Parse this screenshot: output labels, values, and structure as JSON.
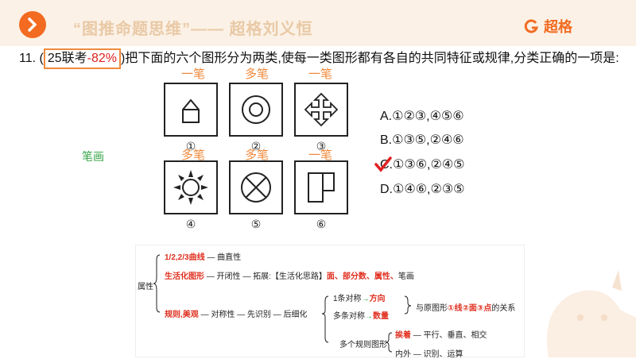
{
  "header": {
    "title": "“图推命题思维”—— 超格刘义恒",
    "brand": "超格",
    "colors": {
      "accent": "#f26b21",
      "header_bg": "#fbf1e6",
      "title": "#e9c9a6"
    }
  },
  "question": {
    "number": "11.",
    "open_paren": "(",
    "tag": "25联考",
    "rate": "-82%",
    "text": ")把下面的六个图形分为两类,使每一类图形都有各自的共同特征或规律,分类正确的一项是:"
  },
  "figures": [
    {
      "num": "①",
      "annotation": "一笔",
      "shape": "house-icon"
    },
    {
      "num": "②",
      "annotation": "多笔",
      "shape": "concentric-circles-icon"
    },
    {
      "num": "③",
      "annotation": "一笔",
      "shape": "four-arrows-icon"
    },
    {
      "num": "④",
      "annotation": "多笔",
      "shape": "sun-icon"
    },
    {
      "num": "⑤",
      "annotation": "多笔",
      "shape": "crossed-circle-icon"
    },
    {
      "num": "⑥",
      "annotation": "一笔",
      "shape": "rectangles-icon"
    }
  ],
  "side_note": "笔画",
  "options": [
    {
      "label": "A.①②③,④⑤⑥"
    },
    {
      "label": "B.①③⑤,②④⑥"
    },
    {
      "label": "C.①③⑥,②④⑤",
      "checked": true
    },
    {
      "label": "D.①④⑥,②③⑤"
    }
  ],
  "mindmap": {
    "root": "属性",
    "b1": "1/2,2/3曲线",
    "b1_tail": "— 曲直性",
    "b2": "生活化图形",
    "b2_mid": "— 开闭性 — 拓展:【生活化思路】",
    "b2_red": "面、部分数、属性、",
    "b2_tail": "笔画",
    "b3": "规则,美观",
    "b3_mid": "— 对称性 — 先识别 — 后细化",
    "s1": "1条对称",
    "s1_arrow": "→",
    "s1_tail": "方向",
    "s2": "多条对称",
    "s2_arrow": "→",
    "s2_tail": "数量",
    "rel_prefix": "与原图形",
    "rel_red": "①线②面③点",
    "rel_suffix": "的关系",
    "s3": "多个规则图形",
    "s3a": "挨着",
    "s3a_tail": "— 平行、垂直、相交",
    "s3b": "内外",
    "s3b_tail": "— 识别、运算"
  }
}
